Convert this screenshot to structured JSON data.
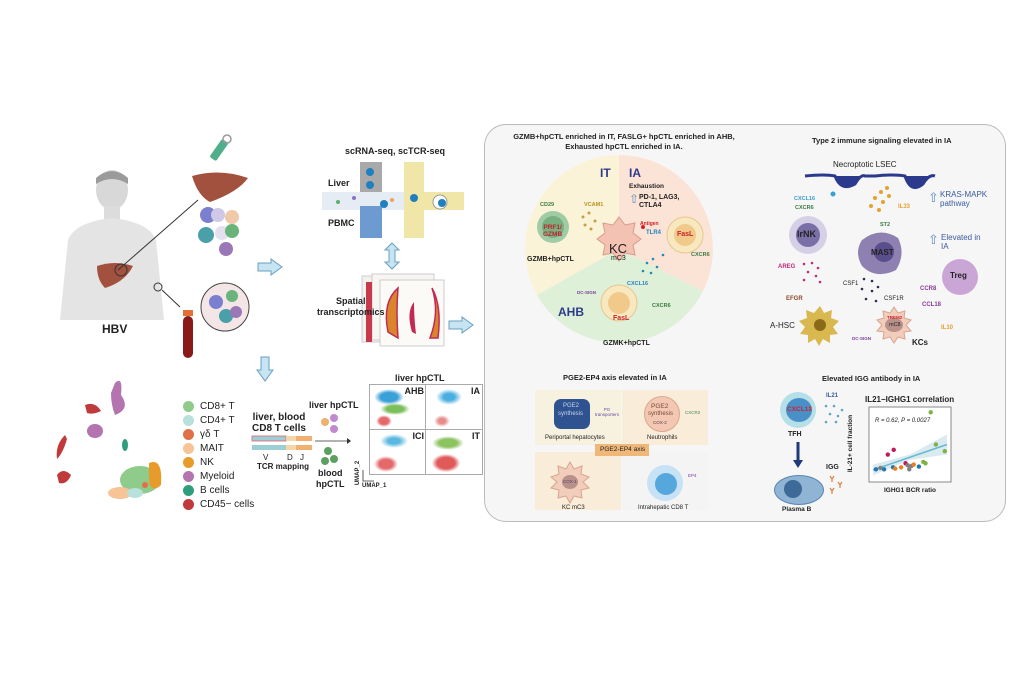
{
  "left": {
    "patient_label": "HBV",
    "sequencing_title": "scRNA-seq, scTCR-seq",
    "liver_label": "Liver",
    "pbmc_label": "PBMC",
    "spatial_label_line1": "Spatial",
    "spatial_label_line2": "transcriptomics"
  },
  "legend": {
    "items": [
      {
        "label": "CD8+ T",
        "color": "#8fcb8a"
      },
      {
        "label": "CD4+ T",
        "color": "#b8e0dc"
      },
      {
        "label": "γδ T",
        "color": "#e0704a"
      },
      {
        "label": "MAIT",
        "color": "#f6c495"
      },
      {
        "label": "NK",
        "color": "#e79b2b"
      },
      {
        "label": "Myeloid",
        "color": "#b374b0"
      },
      {
        "label": "B cells",
        "color": "#2f9e7e"
      },
      {
        "label": "CD45− cells",
        "color": "#c0393b"
      }
    ]
  },
  "tcr": {
    "title_line1": "liver, blood",
    "title_line2": "CD8 T cells",
    "segments": [
      "V",
      "D",
      "J"
    ],
    "mapping_label": "TCR mapping",
    "liver_hpctl": "liver hpCTL",
    "blood_hpctl_line1": "blood",
    "blood_hpctl_line2": "hpCTL"
  },
  "umap": {
    "title": "liver hpCTL",
    "panels": [
      "AHB",
      "IA",
      "ICI",
      "IT"
    ],
    "xlabel": "UMAP_1",
    "ylabel": "UMAP_2"
  },
  "panel1": {
    "title_line1": "GZMB+hpCTL enriched in IT, FASLG+ hpCTL enriched in AHB,",
    "title_line2": "Exhausted hpCTL enriched in IA.",
    "it": "IT",
    "ia": "IA",
    "ahb": "AHB",
    "exhaustion": "Exhaustion",
    "markers_line1": "PD-1, LAG3,",
    "markers_line2": "CTLA4",
    "cd29": "CD29",
    "vcam1": "VCAM1",
    "prf1": "PRF1/",
    "gzmb": "GZMB",
    "gzmb_cell": "GZMB+hpCTL",
    "kc": "KC",
    "mc3": "mC3",
    "antigen": "Antigen",
    "tlr4": "TLR4",
    "fasl_ia": "FasL",
    "cxcr6_ia": "CXCR6",
    "cxcl16": "CXCL16",
    "dc_sign": "DC-SIGN",
    "cxcr6_ahb": "CXCR6",
    "fasl_ahb": "FasL",
    "gzmk_cell": "GZMK+hpCTL"
  },
  "panel2": {
    "title": "Type 2 immune signaling elevated in IA",
    "lsec": "Necroptotic LSEC",
    "cxcl16": "CXCL16",
    "cxcr6": "CXCR6",
    "il33": "IL33",
    "kras_line1": "KRAS-MAPK",
    "kras_line2": "pathway",
    "lrnk": "lrNK",
    "st2": "ST2",
    "mast": "MAST",
    "elevated_line1": "Elevated in",
    "elevated_line2": "IA",
    "areg": "AREG",
    "treg": "Treg",
    "csf1": "CSF1",
    "ccr8": "CCR8",
    "efgr": "EFGR",
    "csf1r": "CSF1R",
    "ccl18": "CCL18",
    "trem2": "TREM2",
    "mc8": "mC8",
    "ahsc": "A-HSC",
    "dc_sign": "DC-SIGN",
    "il10": "IL10",
    "kcs": "KCs"
  },
  "panel3": {
    "title": "PGE2-EP4 axis elevated in IA",
    "pge2": "PGE2",
    "synthesis": "synthesis",
    "pg_transporters_line1": "PG",
    "pg_transporters_line2": "transporters",
    "periportal": "Periportal hepatocytes",
    "cox2": "COX-2",
    "cxcr2": "CXCR2",
    "neutrophils": "Neutrophils",
    "axis": "PGE2-EP4 axis",
    "cox1": "COX-1",
    "kc_mc3": "KC mC3",
    "ep4": "EP4",
    "cd8t": "Intrahepatic CD8 T"
  },
  "panel4": {
    "title": "Elevated IGG antibody in IA",
    "cxcl13": "CXCL13",
    "il21": "IL21",
    "tfh": "TFH",
    "igg": "IGG",
    "plasma_b": "Plasma B"
  },
  "chart_data": {
    "type": "scatter",
    "title": "IL21−IGHG1 correlation",
    "xlabel": "IGHG1 BCR ratio",
    "ylabel": "IL-21+ cell fraction",
    "annotation": "R = 0.62, P = 0.0027",
    "xlim": [
      0,
      1
    ],
    "ylim": [
      0,
      1
    ],
    "points": [
      {
        "x": 0.04,
        "y": 0.13,
        "color": "#1f77b4"
      },
      {
        "x": 0.1,
        "y": 0.15,
        "color": "#7f7f7f"
      },
      {
        "x": 0.15,
        "y": 0.13,
        "color": "#1f77b4"
      },
      {
        "x": 0.2,
        "y": 0.35,
        "color": "#c2185b"
      },
      {
        "x": 0.28,
        "y": 0.42,
        "color": "#c2185b"
      },
      {
        "x": 0.27,
        "y": 0.16,
        "color": "#1f77b4"
      },
      {
        "x": 0.3,
        "y": 0.14,
        "color": "#e67e22"
      },
      {
        "x": 0.38,
        "y": 0.16,
        "color": "#e67e22"
      },
      {
        "x": 0.44,
        "y": 0.22,
        "color": "#c2185b"
      },
      {
        "x": 0.47,
        "y": 0.19,
        "color": "#7f7f7f"
      },
      {
        "x": 0.49,
        "y": 0.13,
        "color": "#7f7f7f"
      },
      {
        "x": 0.52,
        "y": 0.18,
        "color": "#7f7f7f"
      },
      {
        "x": 0.55,
        "y": 0.2,
        "color": "#e67e22"
      },
      {
        "x": 0.62,
        "y": 0.17,
        "color": "#1f77b4"
      },
      {
        "x": 0.68,
        "y": 0.24,
        "color": "#7cb342"
      },
      {
        "x": 0.71,
        "y": 0.22,
        "color": "#7cb342"
      },
      {
        "x": 0.85,
        "y": 0.5,
        "color": "#7cb342"
      },
      {
        "x": 0.78,
        "y": 0.98,
        "color": "#7cb342"
      },
      {
        "x": 0.97,
        "y": 0.4,
        "color": "#7cb342"
      }
    ],
    "fit_line": {
      "x": [
        0,
        1
      ],
      "y": [
        0.12,
        0.5
      ]
    }
  }
}
